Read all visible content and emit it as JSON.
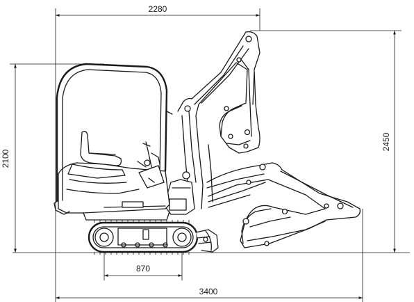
{
  "dimensions": {
    "overall_length": "3400",
    "upper_width": "2280",
    "track_centres": "870",
    "cab_height": "2100",
    "max_height": "2450"
  }
}
